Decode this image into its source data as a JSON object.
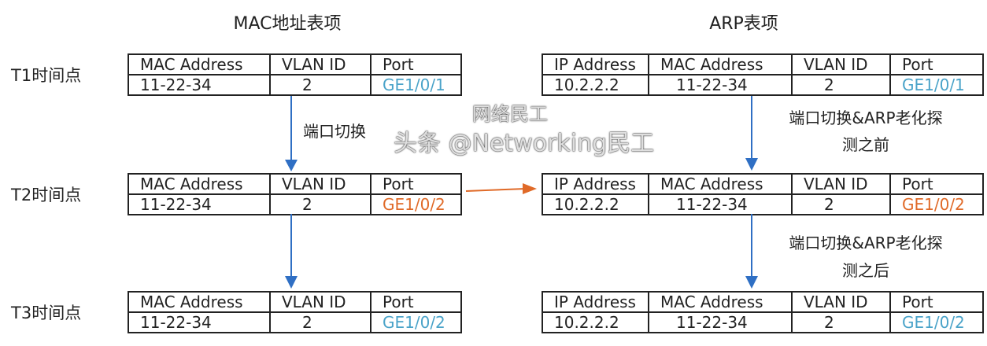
{
  "titles": {
    "mac": "MAC地址表项",
    "arp": "ARP表项"
  },
  "time_points": [
    "T1时间点",
    "T2时间点",
    "T3时间点"
  ],
  "mac_headers": [
    "MAC Address",
    "VLAN ID",
    "Port"
  ],
  "arp_headers": [
    "IP Address",
    "MAC Address",
    "VLAN ID",
    "Port"
  ],
  "mac_rows": [
    [
      "11-22-34",
      "2",
      "GE1/0/1"
    ],
    [
      "11-22-34",
      "2",
      "GE1/0/2"
    ],
    [
      "11-22-34",
      "2",
      "GE1/0/2"
    ]
  ],
  "arp_rows": [
    [
      "10.2.2.2",
      "11-22-34",
      "2",
      "GE1/0/1"
    ],
    [
      "10.2.2.2",
      "11-22-34",
      "2",
      "GE1/0/2"
    ],
    [
      "10.2.2.2",
      "11-22-34",
      "2",
      "GE1/0/2"
    ]
  ],
  "labels": {
    "port_switch": "端口切换",
    "before_1": "端口切换&ARP老化探",
    "before_2": "测之前",
    "after_1": "端口切换&ARP老化探",
    "after_2": "测之后"
  },
  "watermark": {
    "line1": "网络民工",
    "line2": "头条 @Networking民工"
  },
  "colors": {
    "blue": "#2f6fc4",
    "orange": "#e06a28",
    "port_blue": "#4aa3c9"
  }
}
